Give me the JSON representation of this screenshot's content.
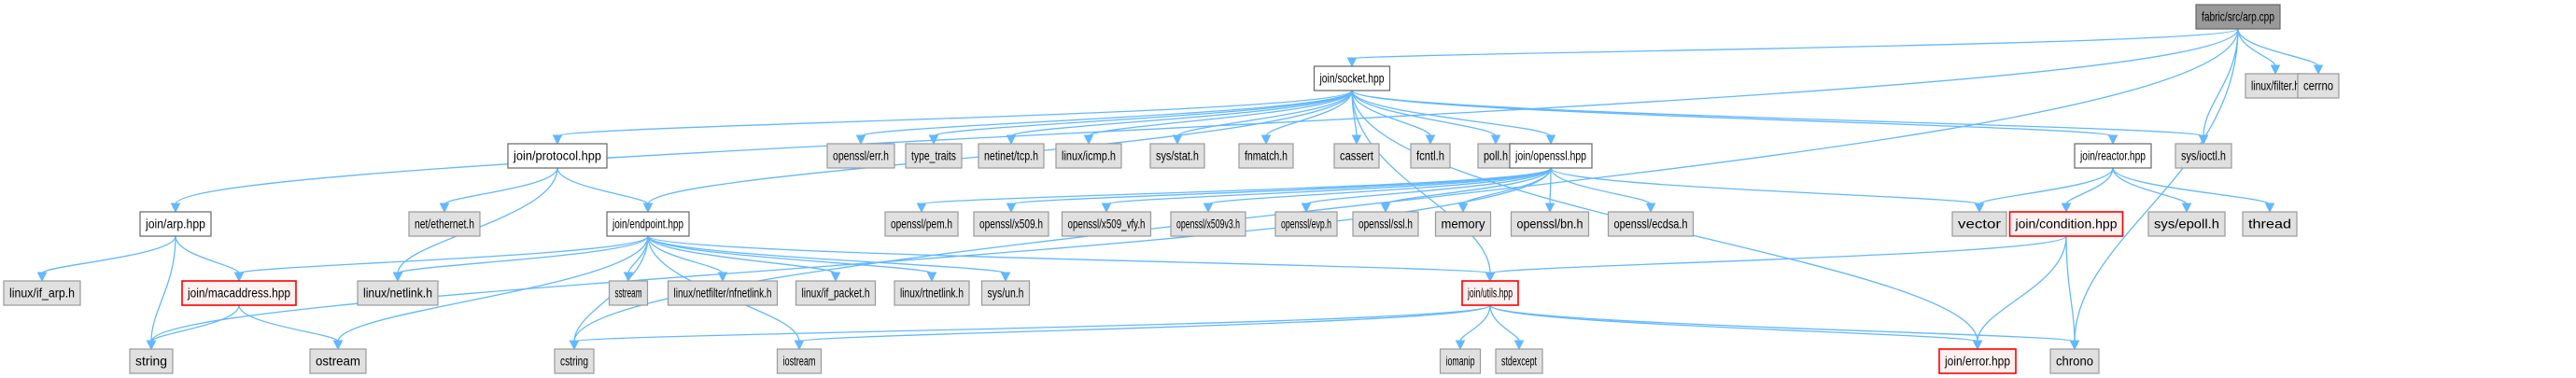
{
  "diagram": {
    "title": "fabric/src/arp.cpp",
    "type": "include-dependency-graph",
    "colors": {
      "edge": "#63b8ff",
      "root_fill": "#999999",
      "root_stroke": "#666666",
      "project_fill": "#ffffff",
      "project_stroke": "#666666",
      "system_fill": "#e0e0e0",
      "system_stroke": "#999999",
      "highlight_fill": "#fff0f0",
      "highlight_stroke": "#ff0000"
    },
    "nodes": [
      {
        "id": "arp_cpp",
        "label": "fabric/src/arp.cpp",
        "kind": "root"
      },
      {
        "id": "socket",
        "label": "join/socket.hpp",
        "kind": "project"
      },
      {
        "id": "filter",
        "label": "linux/filter.h",
        "kind": "system"
      },
      {
        "id": "cerrno",
        "label": "cerrno",
        "kind": "system"
      },
      {
        "id": "protocol",
        "label": "join/protocol.hpp",
        "kind": "project"
      },
      {
        "id": "openssl_err",
        "label": "openssl/err.h",
        "kind": "system"
      },
      {
        "id": "type_traits",
        "label": "type_traits",
        "kind": "system"
      },
      {
        "id": "tcp",
        "label": "netinet/tcp.h",
        "kind": "system"
      },
      {
        "id": "icmp",
        "label": "linux/icmp.h",
        "kind": "system"
      },
      {
        "id": "stat",
        "label": "sys/stat.h",
        "kind": "system"
      },
      {
        "id": "fnmatch",
        "label": "fnmatch.h",
        "kind": "system"
      },
      {
        "id": "cassert",
        "label": "cassert",
        "kind": "system"
      },
      {
        "id": "fcntl",
        "label": "fcntl.h",
        "kind": "system"
      },
      {
        "id": "poll",
        "label": "poll.h",
        "kind": "system"
      },
      {
        "id": "openssl",
        "label": "join/openssl.hpp",
        "kind": "project"
      },
      {
        "id": "reactor",
        "label": "join/reactor.hpp",
        "kind": "project"
      },
      {
        "id": "ioctl",
        "label": "sys/ioctl.h",
        "kind": "system"
      },
      {
        "id": "arp_hpp",
        "label": "join/arp.hpp",
        "kind": "project"
      },
      {
        "id": "ethernet",
        "label": "net/ethernet.h",
        "kind": "system"
      },
      {
        "id": "endpoint",
        "label": "join/endpoint.hpp",
        "kind": "project"
      },
      {
        "id": "pem",
        "label": "openssl/pem.h",
        "kind": "system"
      },
      {
        "id": "x509",
        "label": "openssl/x509.h",
        "kind": "system"
      },
      {
        "id": "x509_vfy",
        "label": "openssl/x509_vfy.h",
        "kind": "system"
      },
      {
        "id": "x509v3",
        "label": "openssl/x509v3.h",
        "kind": "system"
      },
      {
        "id": "evp",
        "label": "openssl/evp.h",
        "kind": "system"
      },
      {
        "id": "ssl",
        "label": "openssl/ssl.h",
        "kind": "system"
      },
      {
        "id": "memory",
        "label": "memory",
        "kind": "system"
      },
      {
        "id": "bn",
        "label": "openssl/bn.h",
        "kind": "system"
      },
      {
        "id": "ecdsa",
        "label": "openssl/ecdsa.h",
        "kind": "system"
      },
      {
        "id": "vector",
        "label": "vector",
        "kind": "system"
      },
      {
        "id": "condition",
        "label": "join/condition.hpp",
        "kind": "highlight"
      },
      {
        "id": "epoll",
        "label": "sys/epoll.h",
        "kind": "system"
      },
      {
        "id": "thread",
        "label": "thread",
        "kind": "system"
      },
      {
        "id": "if_arp",
        "label": "linux/if_arp.h",
        "kind": "system"
      },
      {
        "id": "macaddress",
        "label": "join/macaddress.hpp",
        "kind": "highlight"
      },
      {
        "id": "netlink",
        "label": "linux/netlink.h",
        "kind": "system"
      },
      {
        "id": "sstream",
        "label": "sstream",
        "kind": "system"
      },
      {
        "id": "nfnetlink",
        "label": "linux/netfilter/nfnetlink.h",
        "kind": "system"
      },
      {
        "id": "if_packet",
        "label": "linux/if_packet.h",
        "kind": "system"
      },
      {
        "id": "rtnetlink",
        "label": "linux/rtnetlink.h",
        "kind": "system"
      },
      {
        "id": "un",
        "label": "sys/un.h",
        "kind": "system"
      },
      {
        "id": "utils",
        "label": "join/utils.hpp",
        "kind": "highlight"
      },
      {
        "id": "string",
        "label": "string",
        "kind": "system"
      },
      {
        "id": "ostream",
        "label": "ostream",
        "kind": "system"
      },
      {
        "id": "cstring",
        "label": "cstring",
        "kind": "system"
      },
      {
        "id": "iostream",
        "label": "iostream",
        "kind": "system"
      },
      {
        "id": "iomanip",
        "label": "iomanip",
        "kind": "system"
      },
      {
        "id": "stdexcept",
        "label": "stdexcept",
        "kind": "system"
      },
      {
        "id": "error",
        "label": "join/error.hpp",
        "kind": "highlight"
      },
      {
        "id": "chrono",
        "label": "chrono",
        "kind": "system"
      }
    ],
    "edges": [
      [
        "arp_cpp",
        "socket"
      ],
      [
        "arp_cpp",
        "filter"
      ],
      [
        "arp_cpp",
        "cerrno"
      ],
      [
        "arp_cpp",
        "ioctl"
      ],
      [
        "arp_cpp",
        "arp_hpp"
      ],
      [
        "arp_cpp",
        "cstring"
      ],
      [
        "arp_cpp",
        "chrono"
      ],
      [
        "socket",
        "protocol"
      ],
      [
        "socket",
        "openssl_err"
      ],
      [
        "socket",
        "type_traits"
      ],
      [
        "socket",
        "tcp"
      ],
      [
        "socket",
        "icmp"
      ],
      [
        "socket",
        "stat"
      ],
      [
        "socket",
        "fnmatch"
      ],
      [
        "socket",
        "cassert"
      ],
      [
        "socket",
        "fcntl"
      ],
      [
        "socket",
        "poll"
      ],
      [
        "socket",
        "openssl"
      ],
      [
        "socket",
        "reactor"
      ],
      [
        "socket",
        "ioctl"
      ],
      [
        "socket",
        "endpoint"
      ],
      [
        "socket",
        "utils"
      ],
      [
        "socket",
        "error"
      ],
      [
        "protocol",
        "ethernet"
      ],
      [
        "protocol",
        "endpoint"
      ],
      [
        "protocol",
        "netlink"
      ],
      [
        "openssl",
        "pem"
      ],
      [
        "openssl",
        "x509"
      ],
      [
        "openssl",
        "x509_vfy"
      ],
      [
        "openssl",
        "x509v3"
      ],
      [
        "openssl",
        "evp"
      ],
      [
        "openssl",
        "ssl"
      ],
      [
        "openssl",
        "memory"
      ],
      [
        "openssl",
        "bn"
      ],
      [
        "openssl",
        "ecdsa"
      ],
      [
        "openssl",
        "vector"
      ],
      [
        "openssl",
        "string"
      ],
      [
        "reactor",
        "vector"
      ],
      [
        "reactor",
        "condition"
      ],
      [
        "reactor",
        "epoll"
      ],
      [
        "reactor",
        "thread"
      ],
      [
        "condition",
        "utils"
      ],
      [
        "condition",
        "error"
      ],
      [
        "condition",
        "chrono"
      ],
      [
        "arp_hpp",
        "if_arp"
      ],
      [
        "arp_hpp",
        "macaddress"
      ],
      [
        "arp_hpp",
        "string"
      ],
      [
        "endpoint",
        "macaddress"
      ],
      [
        "endpoint",
        "netlink"
      ],
      [
        "endpoint",
        "sstream"
      ],
      [
        "endpoint",
        "nfnetlink"
      ],
      [
        "endpoint",
        "if_packet"
      ],
      [
        "endpoint",
        "rtnetlink"
      ],
      [
        "endpoint",
        "un"
      ],
      [
        "endpoint",
        "utils"
      ],
      [
        "endpoint",
        "ostream"
      ],
      [
        "endpoint",
        "cstring"
      ],
      [
        "endpoint",
        "iostream"
      ],
      [
        "macaddress",
        "string"
      ],
      [
        "macaddress",
        "ostream"
      ],
      [
        "utils",
        "cstring"
      ],
      [
        "utils",
        "iostream"
      ],
      [
        "utils",
        "iomanip"
      ],
      [
        "utils",
        "stdexcept"
      ],
      [
        "utils",
        "error"
      ],
      [
        "utils",
        "chrono"
      ]
    ]
  }
}
